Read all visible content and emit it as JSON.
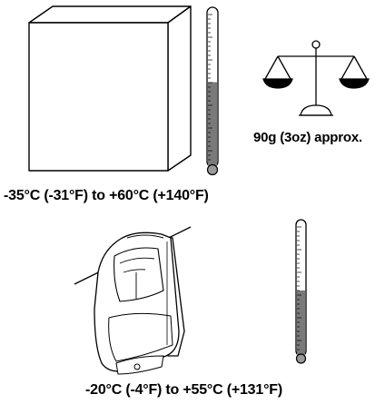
{
  "labels": {
    "weight": "90g (3oz) approx.",
    "storage_temperature": "-35°C (-31°F) to +60°C (+140°F)",
    "operating_temperature": "-20°C (-4°F) to +55°C (+131°F)"
  },
  "thermometers": {
    "storage": {
      "fill_fraction": 0.55
    },
    "operating": {
      "fill_fraction": 0.5
    }
  },
  "colors": {
    "line": "#000000",
    "mercury": "#7a7a7a",
    "bulb": "#9a9a9a"
  }
}
